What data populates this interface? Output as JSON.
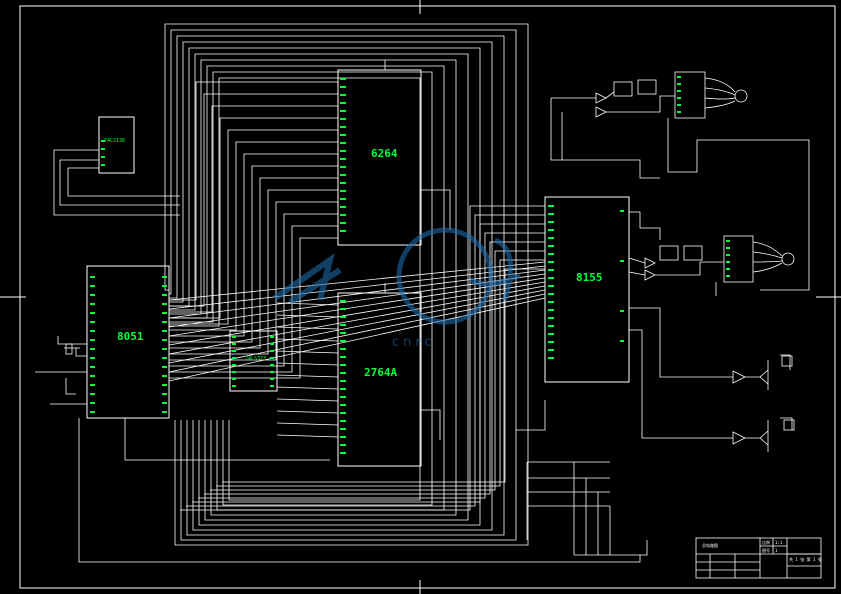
{
  "chips": {
    "decoder": "74LS138",
    "mcu": "8051",
    "latch": "74LS373",
    "ram": "6264",
    "rom": "2764A",
    "io": "8155"
  },
  "watermark": {
    "text": "cnrc"
  },
  "title_block": {
    "drawing_name": "总电路图",
    "cells": [
      "比例",
      "1:1",
      "图号",
      "1",
      "共 1 张 第 1 张"
    ]
  },
  "colors": {
    "wire": "#ffffff",
    "component": "#00ff3a",
    "background": "#000000",
    "watermark": "#1e6aa8"
  }
}
